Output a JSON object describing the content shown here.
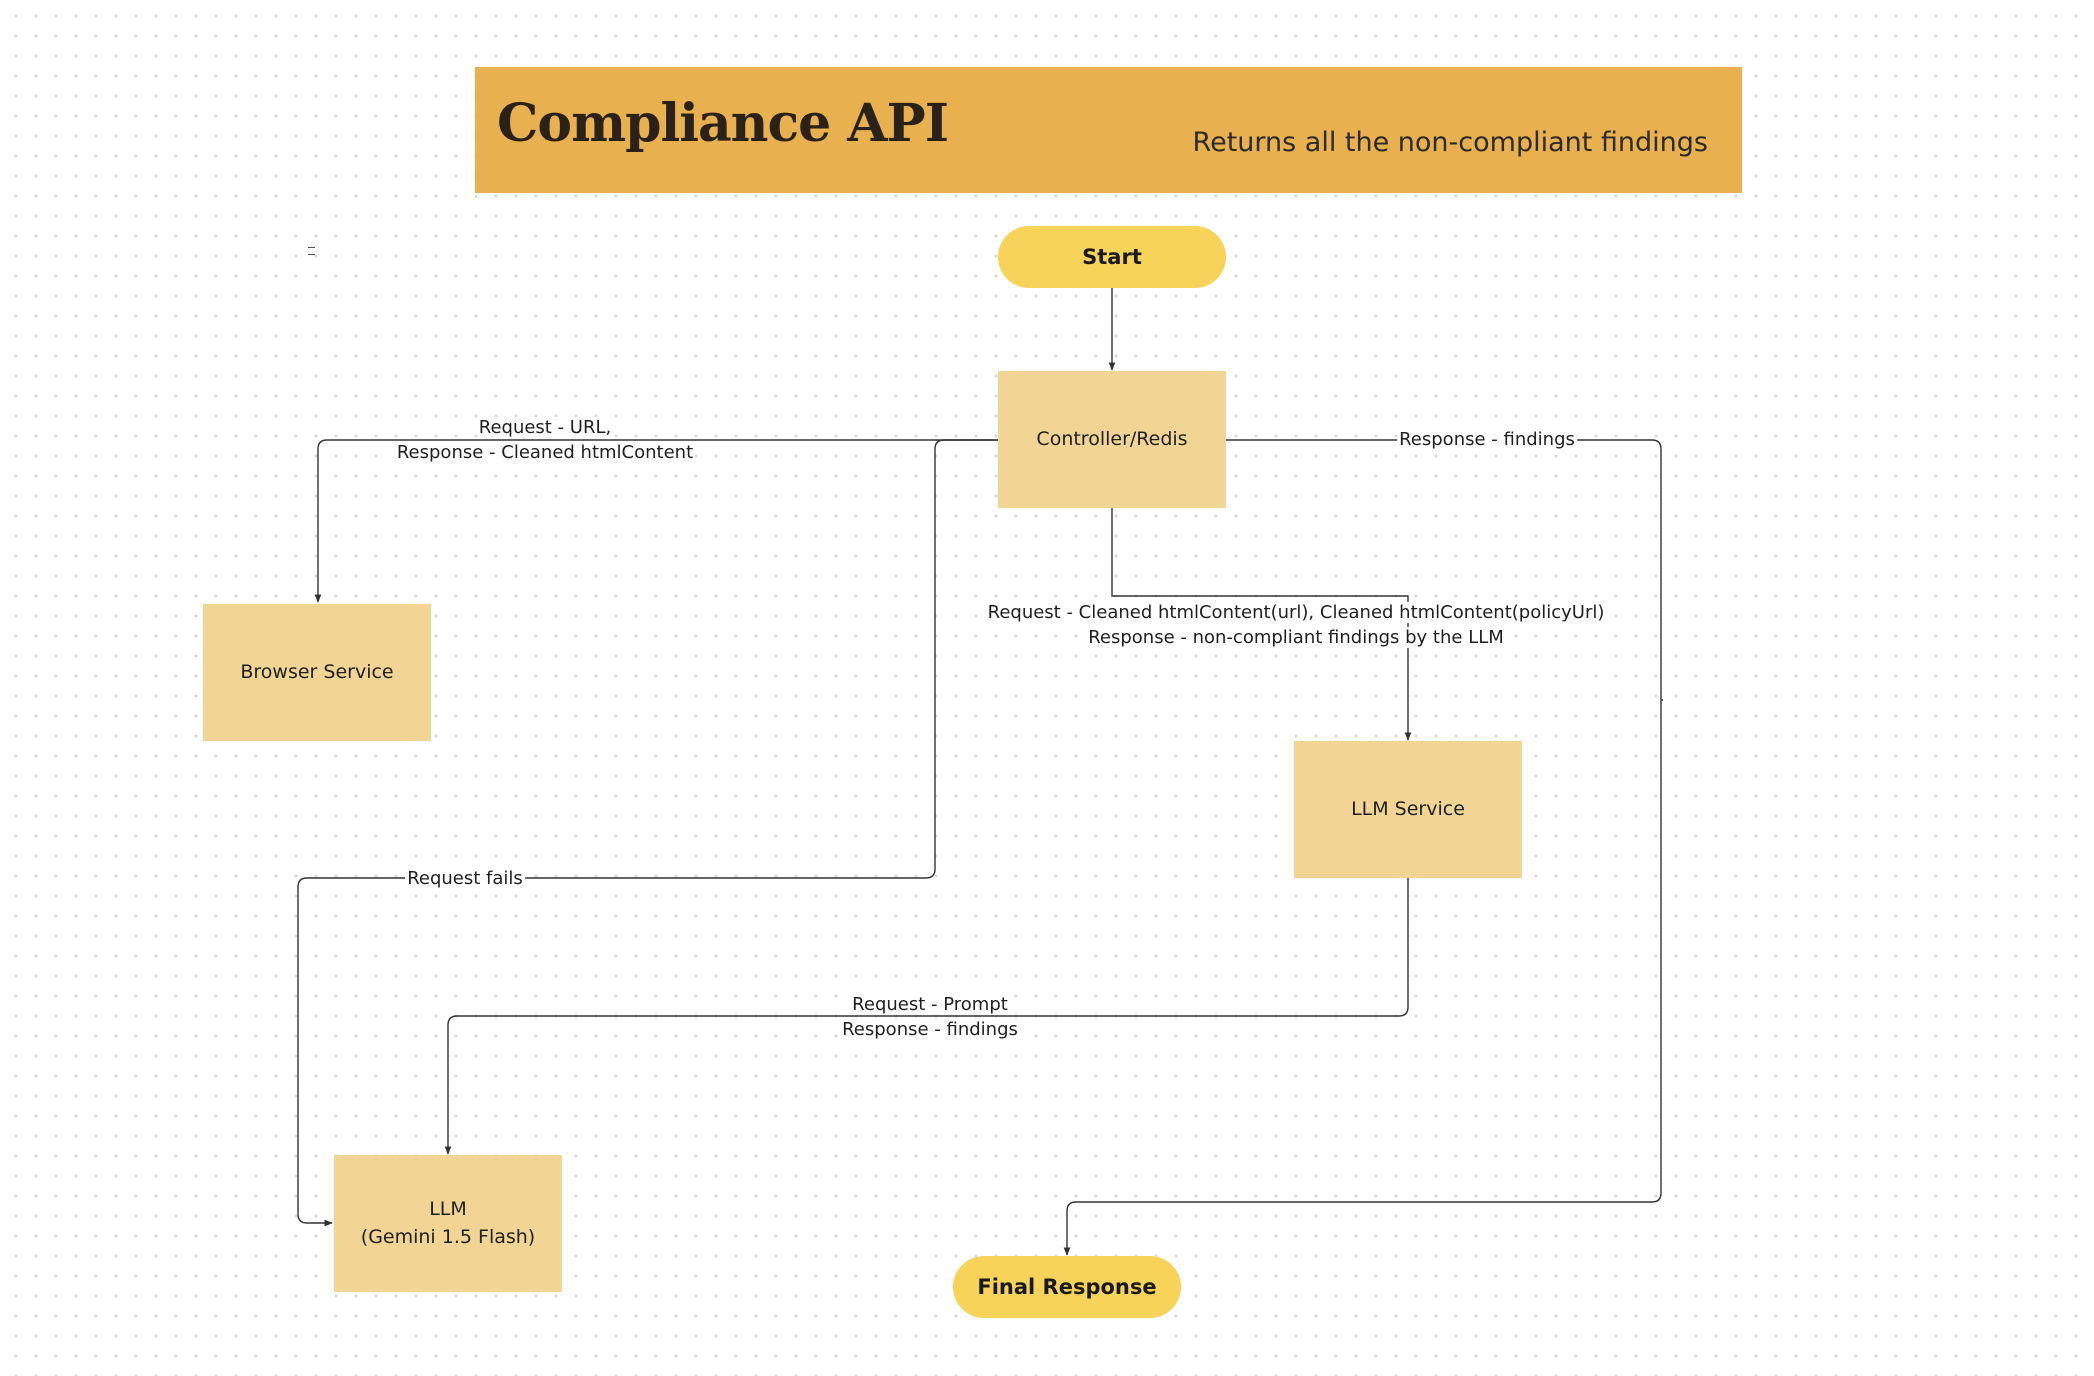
{
  "header": {
    "title": "Compliance API",
    "subtitle": "Returns all the non-compliant findings"
  },
  "nodes": {
    "start": "Start",
    "controller": "Controller/Redis",
    "browser_service": "Browser Service",
    "llm_service": "LLM Service",
    "llm": {
      "line1": "LLM",
      "line2": "(Gemini 1.5 Flash)"
    },
    "final_response": "Final Response"
  },
  "edges": {
    "browser": {
      "line1": "Request - URL,",
      "line2": "Response - Cleaned htmlContent"
    },
    "llm_service": {
      "line1": "Request - Cleaned htmlContent(url), Cleaned htmlContent(policyUrl)",
      "line2": "Response - non-compliant findings by the LLM"
    },
    "response_findings": "Response - findings",
    "request_fails": "Request fails",
    "prompt": {
      "line1": "Request - Prompt",
      "line2": "Response - findings"
    }
  },
  "colors": {
    "header_bg": "#e8b04e",
    "terminal_bg": "#f8d35a",
    "process_bg": "#f2d595",
    "edge": "#333333"
  }
}
